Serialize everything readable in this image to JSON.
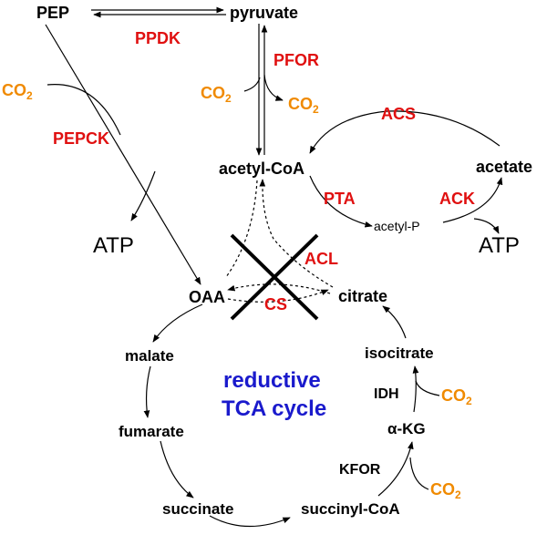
{
  "colors": {
    "enzyme": "#e01010",
    "co2": "#f08a00",
    "metabolite": "#000000",
    "cycle_title": "#1a1acc"
  },
  "metabolites": {
    "pep": "PEP",
    "pyruvate": "pyruvate",
    "acetyl_coa": "acetyl-CoA",
    "acetate": "acetate",
    "acetyl_p": "acetyl-P",
    "oaa": "OAA",
    "citrate": "citrate",
    "malate": "malate",
    "isocitrate": "isocitrate",
    "fumarate": "fumarate",
    "alpha_kg": "α-KG",
    "succinate": "succinate",
    "succinyl_coa": "succinyl-CoA",
    "atp_left": "ATP",
    "atp_right": "ATP"
  },
  "enzymes": {
    "ppdk": "PPDK",
    "pfor": "PFOR",
    "acs": "ACS",
    "pepck": "PEPCK",
    "pta": "PTA",
    "ack": "ACK",
    "acl": "ACL",
    "cs": "CS",
    "idh": "IDH",
    "kfor": "KFOR"
  },
  "co2": {
    "label_main": "CO",
    "label_sub": "2"
  },
  "cycle_title": {
    "line1": "reductive",
    "line2": "TCA cycle"
  }
}
